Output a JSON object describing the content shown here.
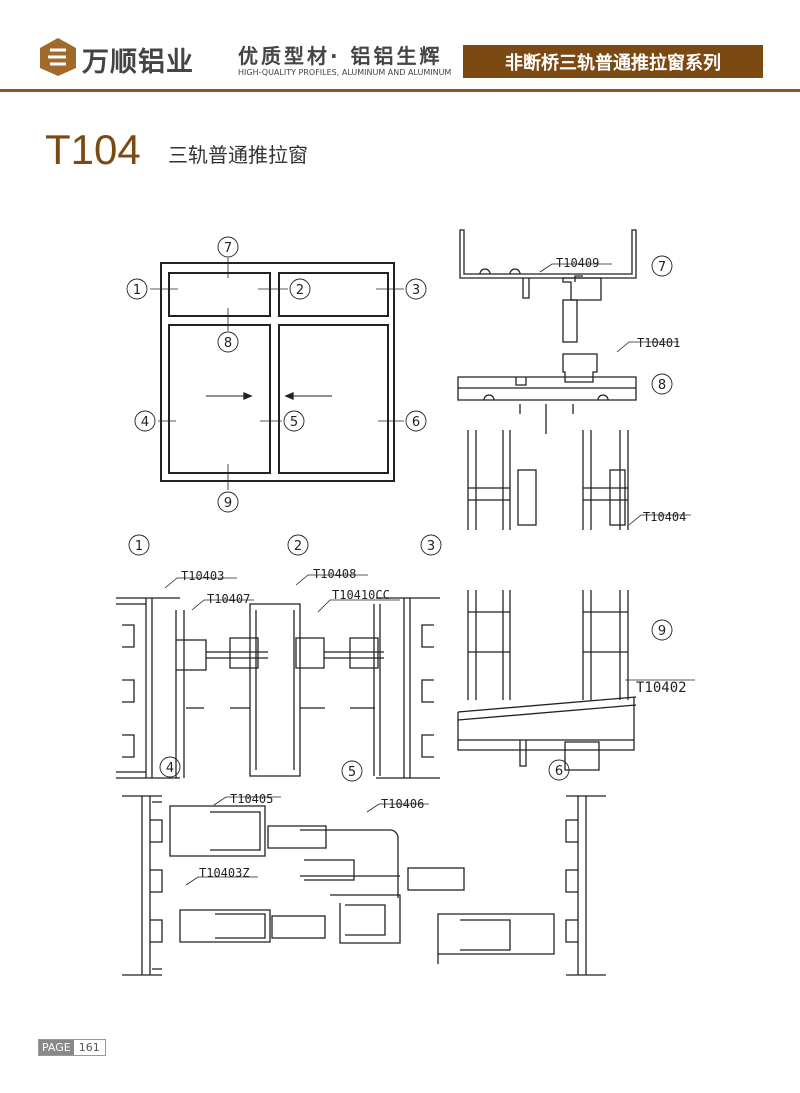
{
  "header": {
    "brand": "万顺铝业",
    "slogan": "优质型材· 铝铝生辉",
    "slogan_en": "HIGH-QUALITY PROFILES, ALUMINUM AND ALUMINUM",
    "series": "非断桥三轨普通推拉窗系列"
  },
  "title": {
    "model": "T104",
    "name": "三轨普通推拉窗"
  },
  "elevation_markers": [
    "7",
    "1",
    "2",
    "3",
    "8",
    "4",
    "5",
    "6",
    "9"
  ],
  "section_markers": [
    "7",
    "8",
    "9",
    "1",
    "2",
    "3",
    "4",
    "5",
    "6"
  ],
  "profiles": [
    "T10409",
    "T10401",
    "T10404",
    "T10403",
    "T10407",
    "T10408",
    "T10410CC",
    "T10402",
    "T10405",
    "T10406",
    "T10403Z"
  ],
  "footer": {
    "page_label": "PAGE",
    "page_number": "161"
  },
  "colors": {
    "brand": "#7b4a12"
  }
}
